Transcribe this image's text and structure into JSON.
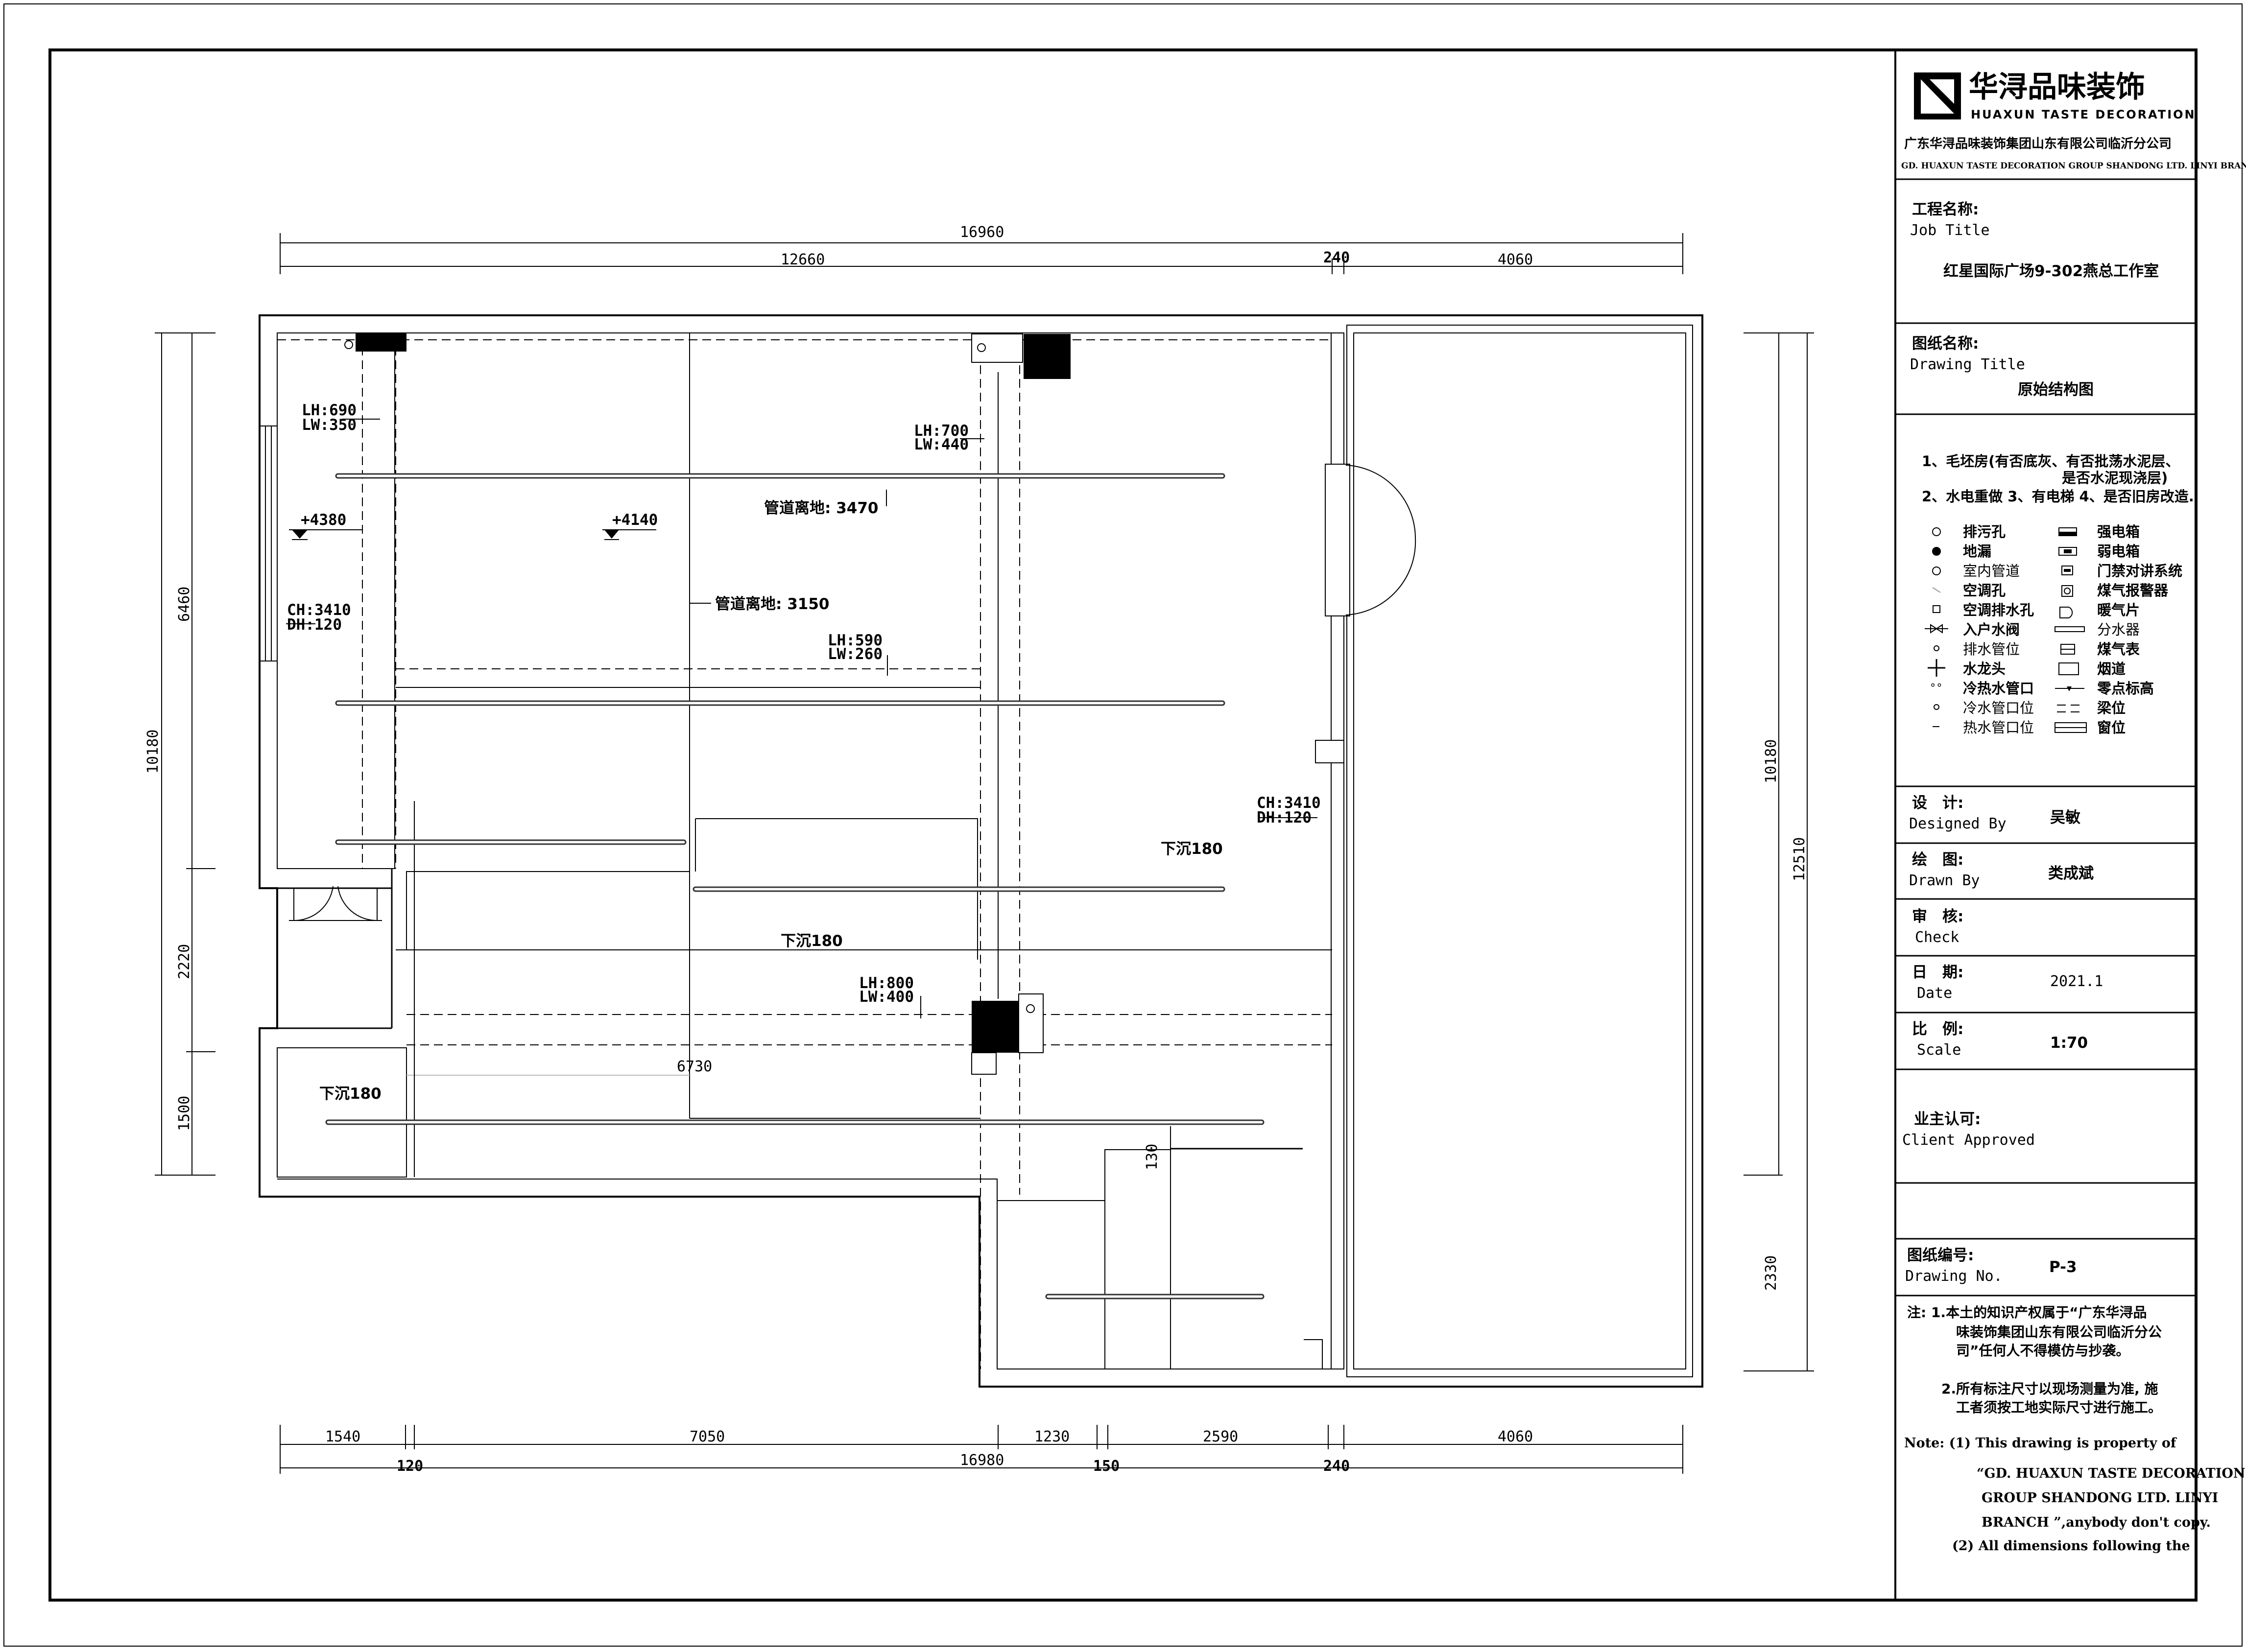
{
  "company": {
    "brand_cn": "华浔品味装饰",
    "brand_en": "HUAXUN TASTE DECORATION",
    "name_cn": "广东华浔品味装饰集团山东有限公司临沂分公司",
    "name_en": "GD. HUAXUN TASTE DECORATION GROUP SHANDONG LTD. LINYI BRANCH"
  },
  "title_block": {
    "job_label_cn": "工程名称:",
    "job_label_en": "Job Title",
    "job_value": "红星国际广场9-302燕总工作室",
    "drawing_label_cn": "图纸名称:",
    "drawing_label_en": "Drawing Title",
    "drawing_value": "原始结构图",
    "notes_top": [
      "1、毛坯房(有否底灰、有否批荡水泥层、",
      "是否水泥现浇层)",
      "2、水电重做 3、有电梯 4、是否旧房改造."
    ],
    "design_label_cn": "设　计:",
    "design_label_en": "Designed By",
    "design_value": "吴敏",
    "drawn_label_cn": "绘　图:",
    "drawn_label_en": "Drawn By",
    "drawn_value": "类成斌",
    "check_label_cn": "审　核:",
    "check_label_en": "Check",
    "date_label_cn": "日　期:",
    "date_label_en": "Date",
    "date_value": "2021.1",
    "scale_label_cn": "比　例:",
    "scale_label_en": "Scale",
    "scale_value": "1:70",
    "client_label_cn": "业主认可:",
    "client_label_en": "Client Approved",
    "dwgno_label_cn": "图纸编号:",
    "dwgno_label_en": "Drawing No.",
    "dwgno_value": "P-3",
    "notes_cn": [
      "注: 1.本土的知识产权属于“广东华浔品",
      "味装饰集团山东有限公司临沂分公",
      "司”任何人不得模仿与抄袭。",
      "2.所有标注尺寸以现场测量为准, 施",
      "工者须按工地实际尺寸进行施工。"
    ],
    "notes_en": [
      "Note:  (1) This drawing is property of",
      "“GD. HUAXUN TASTE DECORATION",
      "GROUP SHANDONG LTD. LINYI",
      "BRANCH ”,anybody don't copy.",
      "(2) All dimensions following the"
    ]
  },
  "legend": {
    "left": [
      "排污孔",
      "地漏",
      "室内管道",
      "空调孔",
      "空调排水孔",
      "入户水阀",
      "排水管位",
      "水龙头",
      "冷热水管口",
      "冷水管口位",
      "热水管口位"
    ],
    "right": [
      "强电箱",
      "弱电箱",
      "门禁对讲系统",
      "煤气报警器",
      "暖气片",
      "分水器",
      "煤气表",
      "烟道",
      "零点标高",
      "梁位",
      "窗位"
    ]
  },
  "dimensions": {
    "top_total": "16960",
    "top_a": "12660",
    "top_b": "240",
    "top_c": "4060",
    "bottom_total": "16980",
    "bottom_segs": [
      "1540",
      "7050",
      "1230",
      "2590",
      "4060"
    ],
    "bottom_walls": [
      "120",
      "150",
      "240"
    ],
    "left_total": "10180",
    "left_segs": [
      "6460",
      "2220",
      "1500"
    ],
    "right_a": "10180",
    "right_b": "12510",
    "right_c": "2330",
    "inner": "6730"
  },
  "annotations": {
    "lh690": "LH:690",
    "lw350": "LW:350",
    "lh700": "LH:700",
    "lw440": "LW:440",
    "lh590": "LH:590",
    "lw260": "LW:260",
    "lh800": "LH:800",
    "lw400": "LW:400",
    "ch1": "CH:3410",
    "dh1": "DH:120",
    "ch2": "CH:3410",
    "dh2": "DH:120",
    "elev1": "+4380",
    "elev2": "+4140",
    "pipe1": "管道离地: 3470",
    "pipe2": "管道离地: 3150",
    "sink1": "下沉180",
    "sink2": "下沉180",
    "sink3": "下沉180",
    "d130": "130"
  }
}
